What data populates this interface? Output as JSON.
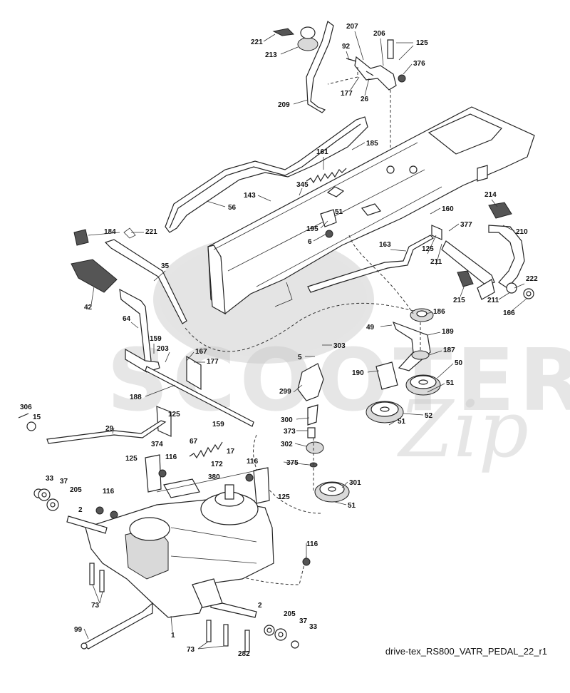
{
  "caption": "drive-tex_RS800_VATR_PEDAL_22_r1",
  "watermark": {
    "brand": "SCOOTER",
    "suffix": "Zip"
  },
  "callouts": [
    {
      "id": "c221a",
      "text": "221"
    },
    {
      "id": "c213",
      "text": "213"
    },
    {
      "id": "c209",
      "text": "209"
    },
    {
      "id": "c207",
      "text": "207"
    },
    {
      "id": "c206",
      "text": "206"
    },
    {
      "id": "c125a",
      "text": "125"
    },
    {
      "id": "c92",
      "text": "92"
    },
    {
      "id": "c376",
      "text": "376"
    },
    {
      "id": "c177a",
      "text": "177"
    },
    {
      "id": "c26",
      "text": "26"
    },
    {
      "id": "c161",
      "text": "161"
    },
    {
      "id": "c185",
      "text": "185"
    },
    {
      "id": "c345",
      "text": "345"
    },
    {
      "id": "c143",
      "text": "143"
    },
    {
      "id": "c51a",
      "text": "51"
    },
    {
      "id": "c56",
      "text": "56"
    },
    {
      "id": "c195",
      "text": "195"
    },
    {
      "id": "c6",
      "text": "6"
    },
    {
      "id": "c214",
      "text": "214"
    },
    {
      "id": "c160",
      "text": "160"
    },
    {
      "id": "c377",
      "text": "377"
    },
    {
      "id": "c210",
      "text": "210"
    },
    {
      "id": "c184",
      "text": "184"
    },
    {
      "id": "c221b",
      "text": "221"
    },
    {
      "id": "c163",
      "text": "163"
    },
    {
      "id": "c125b",
      "text": "125"
    },
    {
      "id": "c211a",
      "text": "211"
    },
    {
      "id": "c35",
      "text": "35"
    },
    {
      "id": "c222",
      "text": "222"
    },
    {
      "id": "c42",
      "text": "42"
    },
    {
      "id": "c215",
      "text": "215"
    },
    {
      "id": "c211b",
      "text": "211"
    },
    {
      "id": "c166",
      "text": "166"
    },
    {
      "id": "c186",
      "text": "186"
    },
    {
      "id": "c64",
      "text": "64"
    },
    {
      "id": "c49",
      "text": "49"
    },
    {
      "id": "c189",
      "text": "189"
    },
    {
      "id": "c159a",
      "text": "159"
    },
    {
      "id": "c303",
      "text": "303"
    },
    {
      "id": "c203",
      "text": "203"
    },
    {
      "id": "c167",
      "text": "167"
    },
    {
      "id": "c187",
      "text": "187"
    },
    {
      "id": "c5",
      "text": "5"
    },
    {
      "id": "c177b",
      "text": "177"
    },
    {
      "id": "c50",
      "text": "50"
    },
    {
      "id": "c190",
      "text": "190"
    },
    {
      "id": "c51b",
      "text": "51"
    },
    {
      "id": "c188",
      "text": "188"
    },
    {
      "id": "c299",
      "text": "299"
    },
    {
      "id": "c306",
      "text": "306"
    },
    {
      "id": "c15",
      "text": "15"
    },
    {
      "id": "c52",
      "text": "52"
    },
    {
      "id": "c300",
      "text": "300"
    },
    {
      "id": "c51c",
      "text": "51"
    },
    {
      "id": "c29",
      "text": "29"
    },
    {
      "id": "c125c",
      "text": "125"
    },
    {
      "id": "c374",
      "text": "374"
    },
    {
      "id": "c67",
      "text": "67"
    },
    {
      "id": "c159b",
      "text": "159"
    },
    {
      "id": "c373",
      "text": "373"
    },
    {
      "id": "c17",
      "text": "17"
    },
    {
      "id": "c302",
      "text": "302"
    },
    {
      "id": "c125d",
      "text": "125"
    },
    {
      "id": "c116a",
      "text": "116"
    },
    {
      "id": "c116b",
      "text": "116"
    },
    {
      "id": "c375",
      "text": "375"
    },
    {
      "id": "c172",
      "text": "172"
    },
    {
      "id": "c380",
      "text": "380"
    },
    {
      "id": "c33a",
      "text": "33"
    },
    {
      "id": "c37a",
      "text": "37"
    },
    {
      "id": "c205a",
      "text": "205"
    },
    {
      "id": "c116c",
      "text": "116"
    },
    {
      "id": "c301",
      "text": "301"
    },
    {
      "id": "c125e",
      "text": "125"
    },
    {
      "id": "c2a",
      "text": "2"
    },
    {
      "id": "c51d",
      "text": "51"
    },
    {
      "id": "c116d",
      "text": "116"
    },
    {
      "id": "c73a",
      "text": "73"
    },
    {
      "id": "c2b",
      "text": "2"
    },
    {
      "id": "c205b",
      "text": "205"
    },
    {
      "id": "c37b",
      "text": "37"
    },
    {
      "id": "c99",
      "text": "99"
    },
    {
      "id": "c33b",
      "text": "33"
    },
    {
      "id": "c1",
      "text": "1"
    },
    {
      "id": "c73b",
      "text": "73"
    },
    {
      "id": "c282",
      "text": "282"
    }
  ]
}
